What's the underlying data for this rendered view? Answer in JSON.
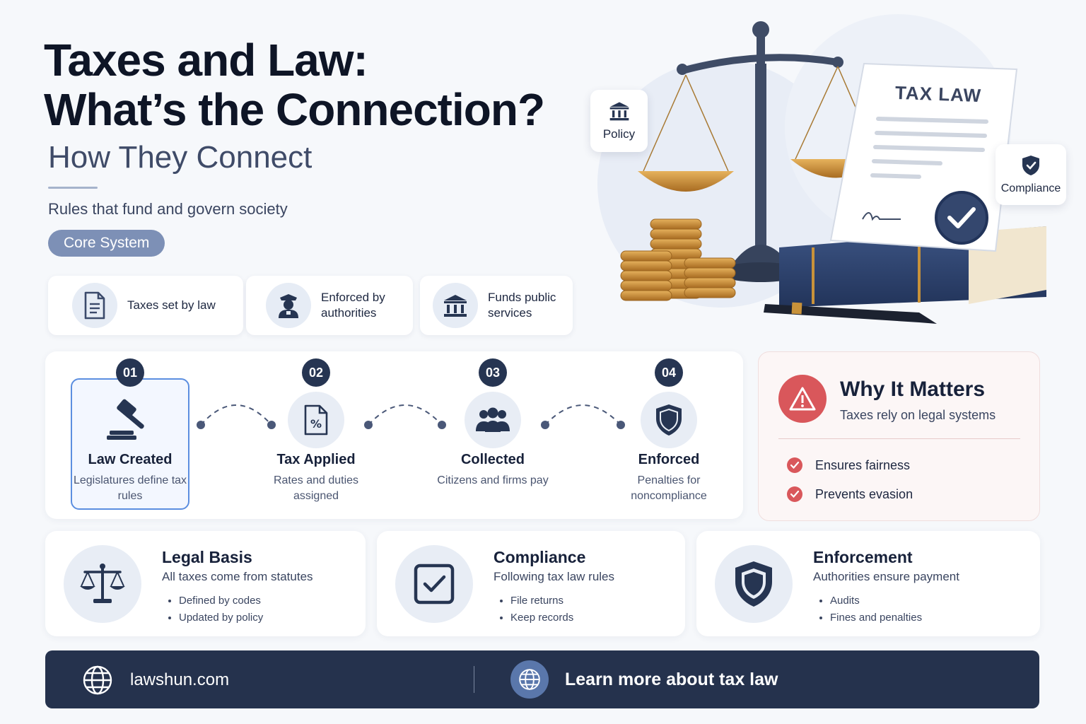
{
  "header": {
    "title_line1": "Taxes and Law:",
    "title_line2": "What’s the Connection?",
    "subtitle": "How They Connect",
    "tagline": "Rules that fund and govern society",
    "pill": "Core System"
  },
  "features": [
    {
      "icon": "document-icon",
      "label": "Taxes set by law"
    },
    {
      "icon": "officer-icon",
      "label": "Enforced by authorities"
    },
    {
      "icon": "government-building-icon",
      "label": "Funds public services"
    }
  ],
  "hero": {
    "policy_label": "Policy",
    "compliance_label": "Compliance",
    "document_title": "TAX LAW"
  },
  "process": {
    "steps": [
      {
        "number": "01",
        "icon": "gavel-icon",
        "name": "Law Created",
        "desc": "Legislatures define tax rules"
      },
      {
        "number": "02",
        "icon": "percent-document-icon",
        "name": "Tax Applied",
        "desc": "Rates and duties assigned"
      },
      {
        "number": "03",
        "icon": "people-group-icon",
        "name": "Collected",
        "desc": "Citizens and firms pay"
      },
      {
        "number": "04",
        "icon": "shield-icon",
        "name": "Enforced",
        "desc": "Penalties for noncompliance"
      }
    ]
  },
  "why": {
    "title": "Why It Matters",
    "subtitle": "Taxes rely on legal systems",
    "items": [
      "Ensures fairness",
      "Prevents evasion"
    ]
  },
  "cards": [
    {
      "icon": "scales-icon",
      "title": "Legal Basis",
      "subtitle": "All taxes come from statutes",
      "bullets": [
        "Defined by codes",
        "Updated by policy"
      ]
    },
    {
      "icon": "checkbox-icon",
      "title": "Compliance",
      "subtitle": "Following tax law rules",
      "bullets": [
        "File returns",
        "Keep records"
      ]
    },
    {
      "icon": "shield-icon",
      "title": "Enforcement",
      "subtitle": "Authorities ensure payment",
      "bullets": [
        "Audits",
        "Fines and penalties"
      ]
    }
  ],
  "footer": {
    "site": "lawshun.com",
    "cta": "Learn more about tax law"
  },
  "colors": {
    "navy": "#25324d",
    "accent_blue": "#5b8ee0",
    "alert_red": "#d9575b",
    "pill": "#7d90b6",
    "gold": "#c8923a"
  }
}
